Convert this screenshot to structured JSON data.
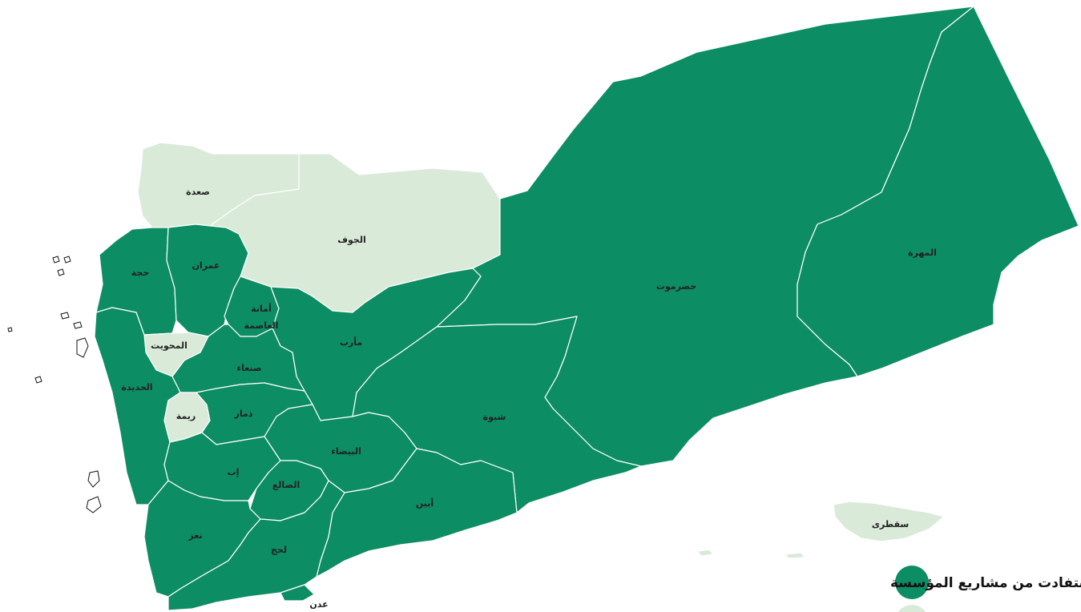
{
  "colors": {
    "benefited": "#0d8d63",
    "not_benefited": "#d9ead9",
    "border": "#ffffff"
  },
  "regions": {
    "saada": {
      "name": "صعدة",
      "status": "not_benefited"
    },
    "jawf": {
      "name": "الجوف",
      "status": "not_benefited"
    },
    "hadramaut": {
      "name": "حضرموت",
      "status": "benefited"
    },
    "mahra": {
      "name": "المهرة",
      "status": "benefited"
    },
    "hajjah": {
      "name": "حجة",
      "status": "benefited"
    },
    "amran": {
      "name": "عمران",
      "status": "benefited"
    },
    "capital": {
      "name_line1": "أمانة",
      "name_line2": "العاصمة",
      "status": "benefited"
    },
    "marib": {
      "name": "مأرب",
      "status": "benefited"
    },
    "mahwit": {
      "name": "المحويت",
      "status": "not_benefited"
    },
    "sanaa": {
      "name": "صنعاء",
      "status": "benefited"
    },
    "hodeidah": {
      "name": "الحديدة",
      "status": "benefited"
    },
    "raymah": {
      "name": "ريمة",
      "status": "not_benefited"
    },
    "dhamar": {
      "name": "ذمار",
      "status": "benefited"
    },
    "shabwa": {
      "name": "شبوة",
      "status": "benefited"
    },
    "bayda": {
      "name": "البيضاء",
      "status": "benefited"
    },
    "ibb": {
      "name": "إب",
      "status": "benefited"
    },
    "dhale": {
      "name": "الضالع",
      "status": "benefited"
    },
    "abyan": {
      "name": "أبين",
      "status": "benefited"
    },
    "taiz": {
      "name": "تعز",
      "status": "benefited"
    },
    "lahij": {
      "name": "لحج",
      "status": "benefited"
    },
    "aden": {
      "name": "عدن",
      "status": "benefited"
    },
    "socotra": {
      "name": "سقطرى",
      "status": "not_benefited"
    }
  },
  "legend": {
    "benefited_label": "محافظات استفادت من مشاريع المؤسسة"
  }
}
